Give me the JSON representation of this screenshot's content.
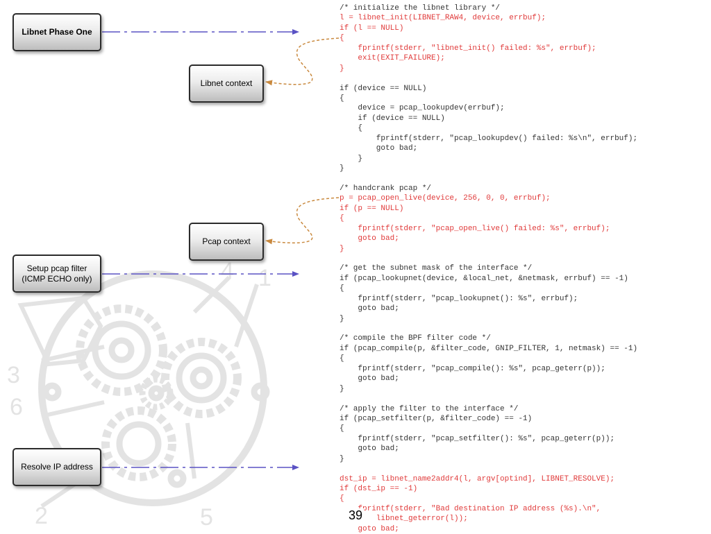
{
  "boxes": {
    "libnet_phase_one": "Libnet Phase One",
    "libnet_context": "Libnet context",
    "pcap_context": "Pcap context",
    "setup_pcap_filter": [
      "Setup pcap filter",
      "(ICMP ECHO only)"
    ],
    "resolve_ip": "Resolve IP address"
  },
  "watermark_digits": [
    "4",
    "1",
    "3",
    "6",
    "2",
    "5"
  ],
  "code_lines": [
    {
      "text": "/* initialize the libnet library */",
      "red": false
    },
    {
      "text": "l = libnet_init(LIBNET_RAW4, device, errbuf);",
      "red": true
    },
    {
      "text": "if (l == NULL)",
      "red": true
    },
    {
      "text": "{",
      "red": true
    },
    {
      "text": "    fprintf(stderr, \"libnet_init() failed: %s\", errbuf);",
      "red": true
    },
    {
      "text": "    exit(EXIT_FAILURE);",
      "red": true
    },
    {
      "text": "}",
      "red": true
    },
    {
      "text": "",
      "red": false
    },
    {
      "text": "if (device == NULL)",
      "red": false
    },
    {
      "text": "{",
      "red": false
    },
    {
      "text": "    device = pcap_lookupdev(errbuf);",
      "red": false
    },
    {
      "text": "    if (device == NULL)",
      "red": false
    },
    {
      "text": "    {",
      "red": false
    },
    {
      "text": "        fprintf(stderr, \"pcap_lookupdev() failed: %s\\n\", errbuf);",
      "red": false
    },
    {
      "text": "        goto bad;",
      "red": false
    },
    {
      "text": "    }",
      "red": false
    },
    {
      "text": "}",
      "red": false
    },
    {
      "text": "",
      "red": false
    },
    {
      "text": "/* handcrank pcap */",
      "red": false
    },
    {
      "text": "p = pcap_open_live(device, 256, 0, 0, errbuf);",
      "red": true
    },
    {
      "text": "if (p == NULL)",
      "red": true
    },
    {
      "text": "{",
      "red": true
    },
    {
      "text": "    fprintf(stderr, \"pcap_open_live() failed: %s\", errbuf);",
      "red": true
    },
    {
      "text": "    goto bad;",
      "red": true
    },
    {
      "text": "}",
      "red": true
    },
    {
      "text": "",
      "red": false
    },
    {
      "text": "/* get the subnet mask of the interface */",
      "red": false
    },
    {
      "text": "if (pcap_lookupnet(device, &local_net, &netmask, errbuf) == -1)",
      "red": false
    },
    {
      "text": "{",
      "red": false
    },
    {
      "text": "    fprintf(stderr, \"pcap_lookupnet(): %s\", errbuf);",
      "red": false
    },
    {
      "text": "    goto bad;",
      "red": false
    },
    {
      "text": "}",
      "red": false
    },
    {
      "text": "",
      "red": false
    },
    {
      "text": "/* compile the BPF filter code */",
      "red": false
    },
    {
      "text": "if (pcap_compile(p, &filter_code, GNIP_FILTER, 1, netmask) == -1)",
      "red": false
    },
    {
      "text": "{",
      "red": false
    },
    {
      "text": "    fprintf(stderr, \"pcap_compile(): %s\", pcap_geterr(p));",
      "red": false
    },
    {
      "text": "    goto bad;",
      "red": false
    },
    {
      "text": "}",
      "red": false
    },
    {
      "text": "",
      "red": false
    },
    {
      "text": "/* apply the filter to the interface */",
      "red": false
    },
    {
      "text": "if (pcap_setfilter(p, &filter_code) == -1)",
      "red": false
    },
    {
      "text": "{",
      "red": false
    },
    {
      "text": "    fprintf(stderr, \"pcap_setfilter(): %s\", pcap_geterr(p));",
      "red": false
    },
    {
      "text": "    goto bad;",
      "red": false
    },
    {
      "text": "}",
      "red": false
    },
    {
      "text": "",
      "red": false
    },
    {
      "text": "dst_ip = libnet_name2addr4(l, argv[optind], LIBNET_RESOLVE);",
      "red": true
    },
    {
      "text": "if (dst_ip == -1)",
      "red": true
    },
    {
      "text": "{",
      "red": true
    },
    {
      "text": "    fprintf(stderr, \"Bad destination IP address (%s).\\n\",",
      "red": true
    },
    {
      "text": "        libnet_geterror(l));",
      "red": true
    },
    {
      "text": "    goto bad;",
      "red": true
    }
  ],
  "page_number": "39",
  "colors": {
    "arrow_blue": "#5a52c4",
    "link_orange": "#c9893e",
    "code_red": "#e03a3a",
    "code_gray": "#333333",
    "watermark": "#e3e3e3"
  }
}
